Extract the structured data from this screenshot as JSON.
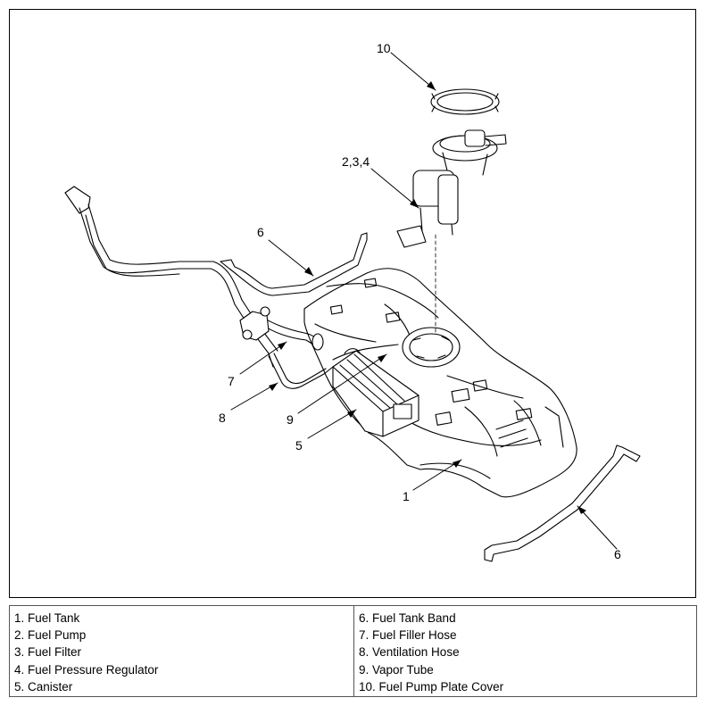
{
  "callouts": {
    "c10": "10",
    "c234": "2,3,4",
    "c6a": "6",
    "c7": "7",
    "c8": "8",
    "c9": "9",
    "c5": "5",
    "c1": "1",
    "c6b": "6"
  },
  "legend": {
    "left": [
      "1. Fuel Tank",
      "2. Fuel Pump",
      "3. Fuel Filter",
      "4. Fuel Pressure Regulator",
      "5. Canister"
    ],
    "right": [
      "6. Fuel Tank Band",
      "7. Fuel Filler Hose",
      "8. Ventilation Hose",
      "9. Vapor Tube",
      "10. Fuel Pump Plate Cover"
    ]
  }
}
